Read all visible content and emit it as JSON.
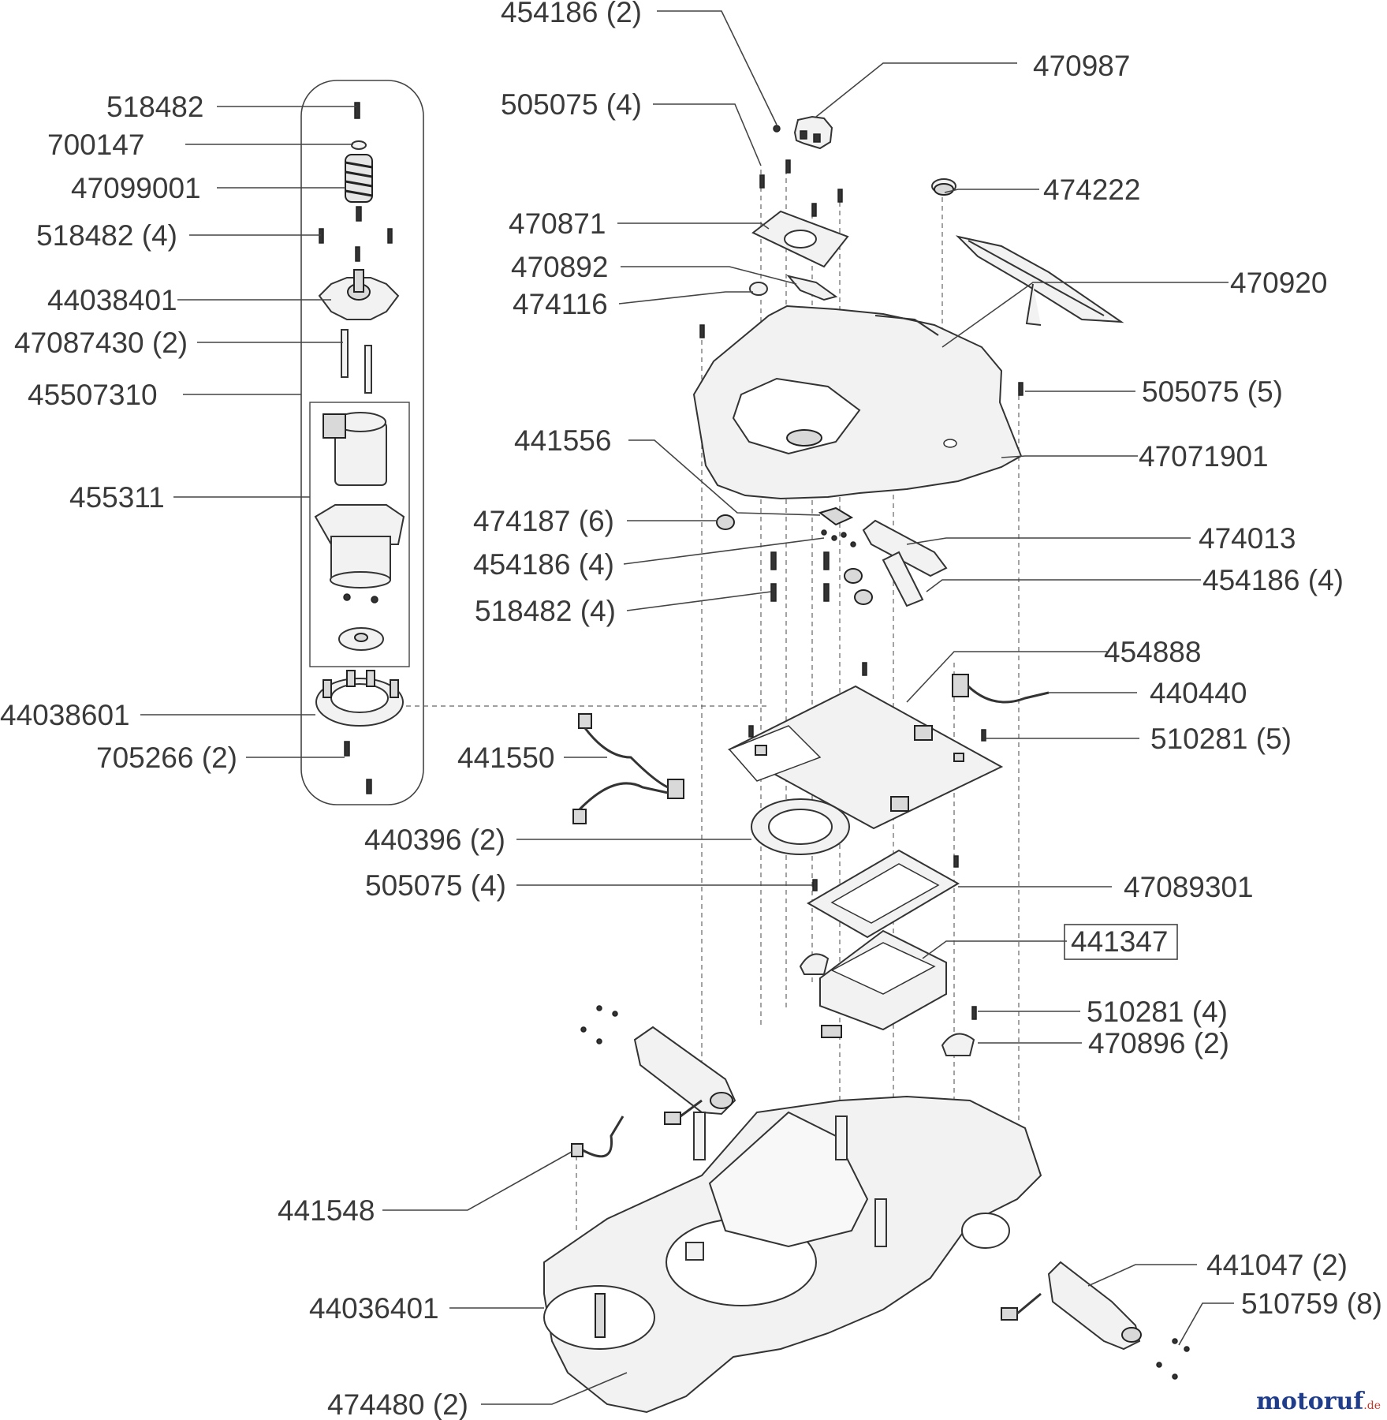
{
  "part_labels": [
    {
      "id": "p454186_2",
      "text": "454186 (2)"
    },
    {
      "id": "p470987",
      "text": "470987"
    },
    {
      "id": "p518482_a",
      "text": "518482"
    },
    {
      "id": "p505075_4a",
      "text": "505075 (4)"
    },
    {
      "id": "p700147",
      "text": "700147"
    },
    {
      "id": "p474222",
      "text": "474222"
    },
    {
      "id": "p47099001",
      "text": "47099001"
    },
    {
      "id": "p470871",
      "text": "470871"
    },
    {
      "id": "p518482_4a",
      "text": "518482 (4)"
    },
    {
      "id": "p470892",
      "text": "470892"
    },
    {
      "id": "p470920",
      "text": "470920"
    },
    {
      "id": "p44038401",
      "text": "44038401"
    },
    {
      "id": "p474116",
      "text": "474116"
    },
    {
      "id": "p47087430",
      "text": "47087430 (2)"
    },
    {
      "id": "p505075_5",
      "text": "505075 (5)"
    },
    {
      "id": "p45507310",
      "text": "45507310"
    },
    {
      "id": "p441556",
      "text": "441556"
    },
    {
      "id": "p47071901",
      "text": "47071901"
    },
    {
      "id": "p455311",
      "text": "455311"
    },
    {
      "id": "p474187",
      "text": "474187 (6)"
    },
    {
      "id": "p474013",
      "text": "474013"
    },
    {
      "id": "p454186_4a",
      "text": "454186 (4)"
    },
    {
      "id": "p454186_4b",
      "text": "454186 (4)"
    },
    {
      "id": "p518482_4b",
      "text": "518482 (4)"
    },
    {
      "id": "p454888",
      "text": "454888"
    },
    {
      "id": "p440440",
      "text": "440440"
    },
    {
      "id": "p44038601",
      "text": "44038601"
    },
    {
      "id": "p510281_5",
      "text": "510281 (5)"
    },
    {
      "id": "p705266",
      "text": "705266 (2)"
    },
    {
      "id": "p441550",
      "text": "441550"
    },
    {
      "id": "p440396",
      "text": "440396 (2)"
    },
    {
      "id": "p505075_4b",
      "text": "505075 (4)"
    },
    {
      "id": "p47089301",
      "text": "47089301"
    },
    {
      "id": "p441347",
      "text": "441347"
    },
    {
      "id": "p510281_4",
      "text": "510281 (4)"
    },
    {
      "id": "p470896",
      "text": "470896 (2)"
    },
    {
      "id": "p441548",
      "text": "441548"
    },
    {
      "id": "p441047",
      "text": "441047 (2)"
    },
    {
      "id": "p44036401",
      "text": "44036401"
    },
    {
      "id": "p510759",
      "text": "510759 (8)"
    },
    {
      "id": "p474480",
      "text": "474480 (2)"
    }
  ],
  "watermark": {
    "brand": "motoruf",
    "suffix": ".de"
  }
}
